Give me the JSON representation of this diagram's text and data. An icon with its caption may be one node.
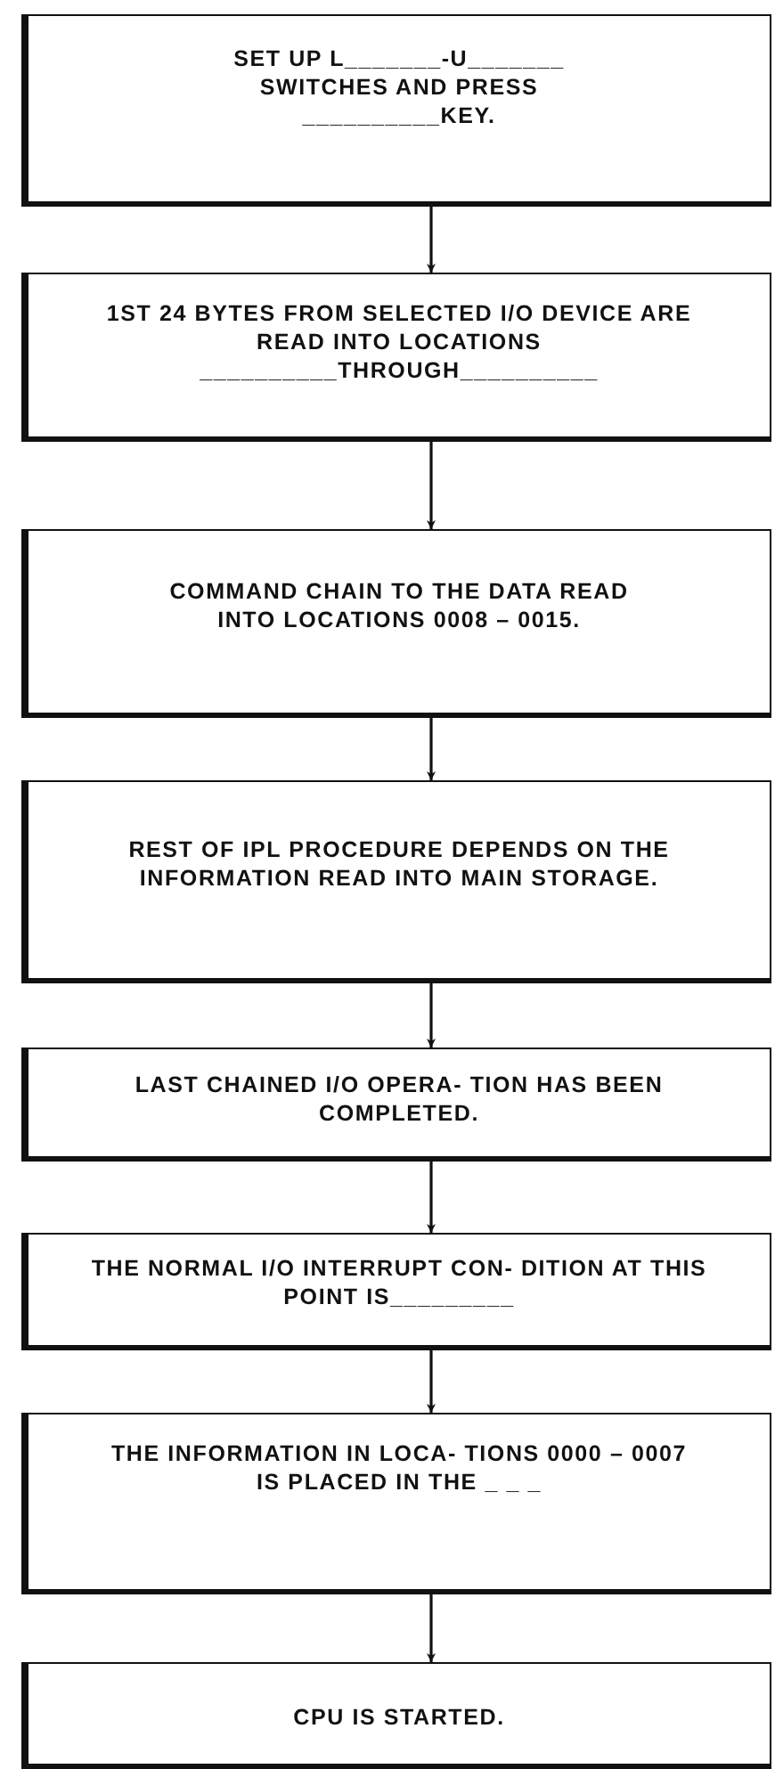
{
  "diagram": {
    "nodes": [
      {
        "text": [
          "SET UP L_______-U_______ SWITCHES AND PRESS __________KEY."
        ]
      },
      {
        "text": [
          "1ST 24 BYTES FROM SELECTED I/O DEVICE ARE READ INTO LOCATIONS __________THROUGH__________"
        ]
      },
      {
        "text": [
          "COMMAND CHAIN TO THE DATA READ INTO LOCATIONS 0008 – 0015."
        ]
      },
      {
        "text": [
          "REST OF IPL PROCEDURE DEPENDS ON THE INFORMATION READ INTO MAIN STORAGE."
        ]
      },
      {
        "text": [
          "LAST CHAINED I/O OPERA- TION HAS BEEN COMPLETED."
        ]
      },
      {
        "text": [
          "THE NORMAL I/O INTERRUPT CON- DITION AT THIS POINT IS_________"
        ]
      },
      {
        "text": [
          "THE INFORMATION IN LOCA- TIONS 0000 – 0007 IS PLACED IN THE _ _ _"
        ]
      },
      {
        "text": [
          "CPU IS STARTED."
        ]
      }
    ],
    "edges": [
      {
        "from": 0,
        "to": 1,
        "arrow": "to"
      },
      {
        "from": 1,
        "to": 2,
        "arrow": "to"
      },
      {
        "from": 2,
        "to": 3,
        "arrow": "to"
      },
      {
        "from": 3,
        "to": 4,
        "arrow": "to"
      },
      {
        "from": 4,
        "to": 5,
        "arrow": "to"
      },
      {
        "from": 5,
        "to": 6,
        "arrow": "to"
      },
      {
        "from": 6,
        "to": 7,
        "arrow": "to"
      }
    ]
  }
}
